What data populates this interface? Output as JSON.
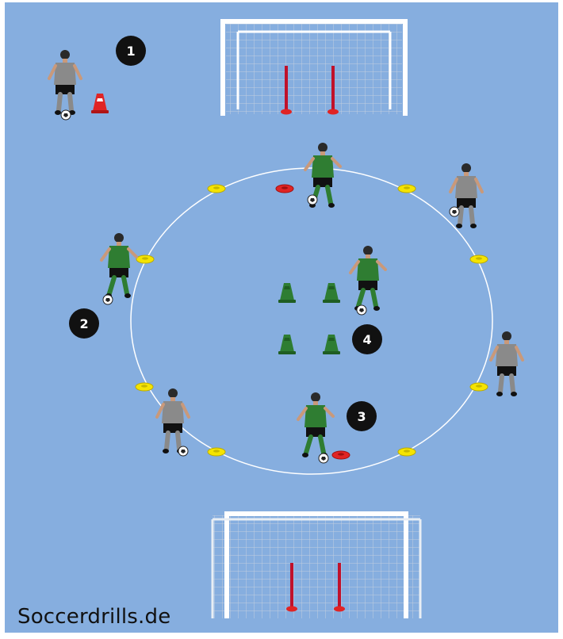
{
  "diagram": {
    "watermark": "Soccerdrills.de",
    "station_labels": [
      "1",
      "2",
      "3",
      "4"
    ],
    "colors": {
      "pitch": "#86aedf",
      "circle_line": "#ffffff",
      "home_shirt": "#2f7d32",
      "away_shirt": "#8a8a8a",
      "shorts": "#111111",
      "cone_green": "#2e7d32",
      "cone_red": "#e02424",
      "disc_yellow": "#f5e400",
      "disc_red": "#e02424",
      "pole": "#c0112b",
      "badge": "#111111"
    }
  }
}
